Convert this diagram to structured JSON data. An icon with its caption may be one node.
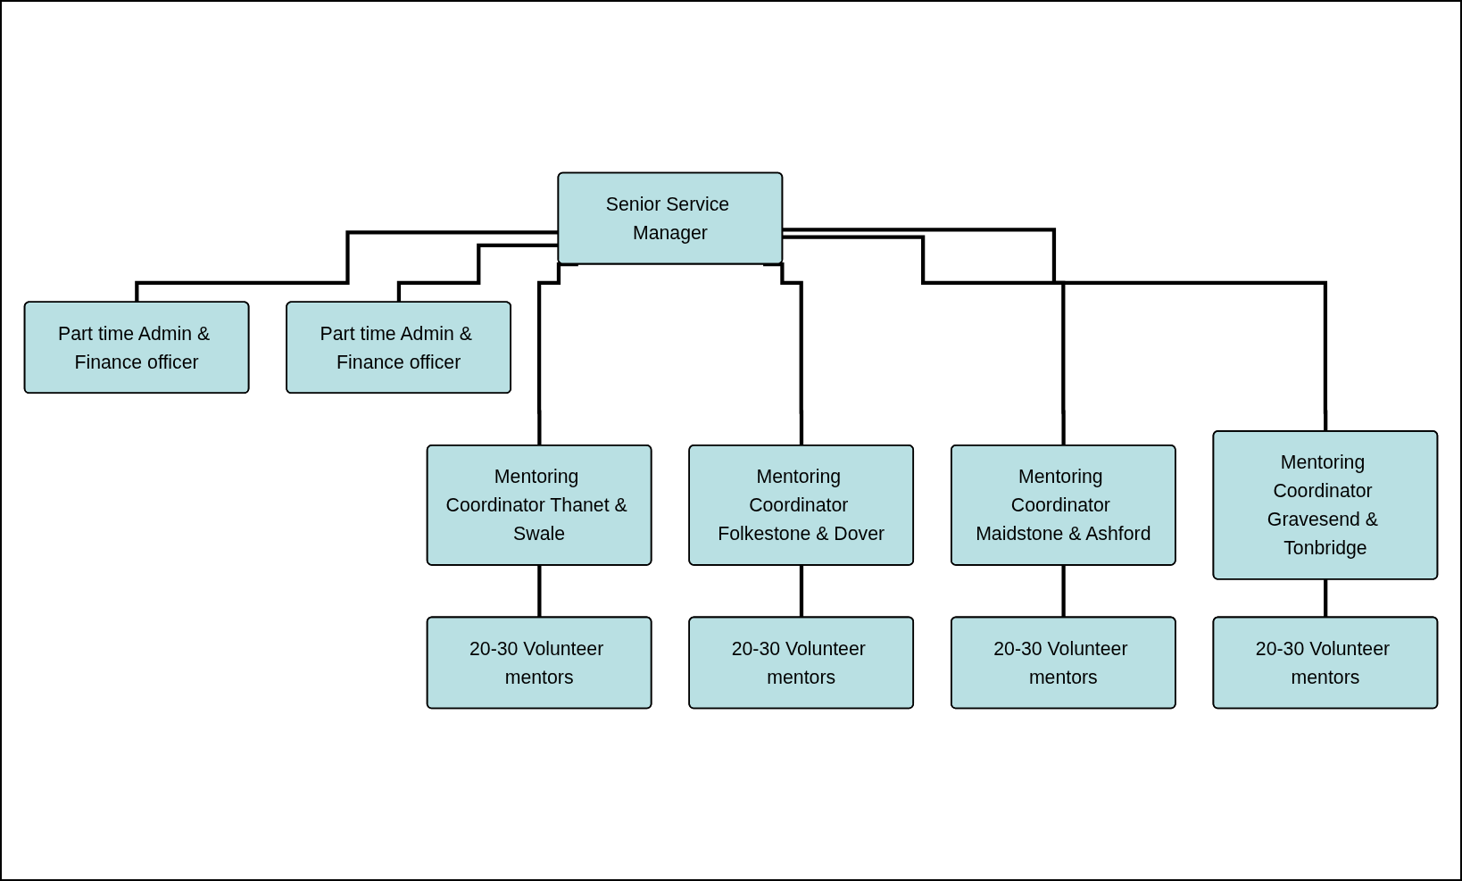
{
  "diagram": {
    "nodes": [
      {
        "text": [
          "Senior Service Manager"
        ]
      },
      {
        "text": [
          "Part time Admin & Finance officer"
        ]
      },
      {
        "text": [
          "Part time Admin & Finance officer"
        ]
      },
      {
        "text": [
          "Mentoring Coordinator Thanet & Swale"
        ]
      },
      {
        "text": [
          "Mentoring Coordinator Folkestone & Dover"
        ]
      },
      {
        "text": [
          "Mentoring Coordinator Maidstone & Ashford"
        ]
      },
      {
        "text": [
          "Mentoring Coordinator Gravesend & Tonbridge"
        ]
      },
      {
        "text": [
          "20-30 Volunteer mentors"
        ]
      },
      {
        "text": [
          "20-30 Volunteer mentors"
        ]
      },
      {
        "text": [
          "20-30 Volunteer mentors"
        ]
      },
      {
        "text": [
          "20-30 Volunteer mentors"
        ]
      }
    ],
    "edges": [
      {
        "from": 0,
        "to": 1,
        "arrow": "none"
      },
      {
        "from": 0,
        "to": 2,
        "arrow": "none"
      },
      {
        "from": 0,
        "to": 3,
        "arrow": "none"
      },
      {
        "from": 0,
        "to": 4,
        "arrow": "none"
      },
      {
        "from": 0,
        "to": 5,
        "arrow": "none"
      },
      {
        "from": 0,
        "to": 6,
        "arrow": "none"
      },
      {
        "from": 3,
        "to": 7,
        "arrow": "none"
      },
      {
        "from": 4,
        "to": 8,
        "arrow": "none"
      },
      {
        "from": 5,
        "to": 9,
        "arrow": "none"
      },
      {
        "from": 6,
        "to": 10,
        "arrow": "none"
      }
    ]
  }
}
